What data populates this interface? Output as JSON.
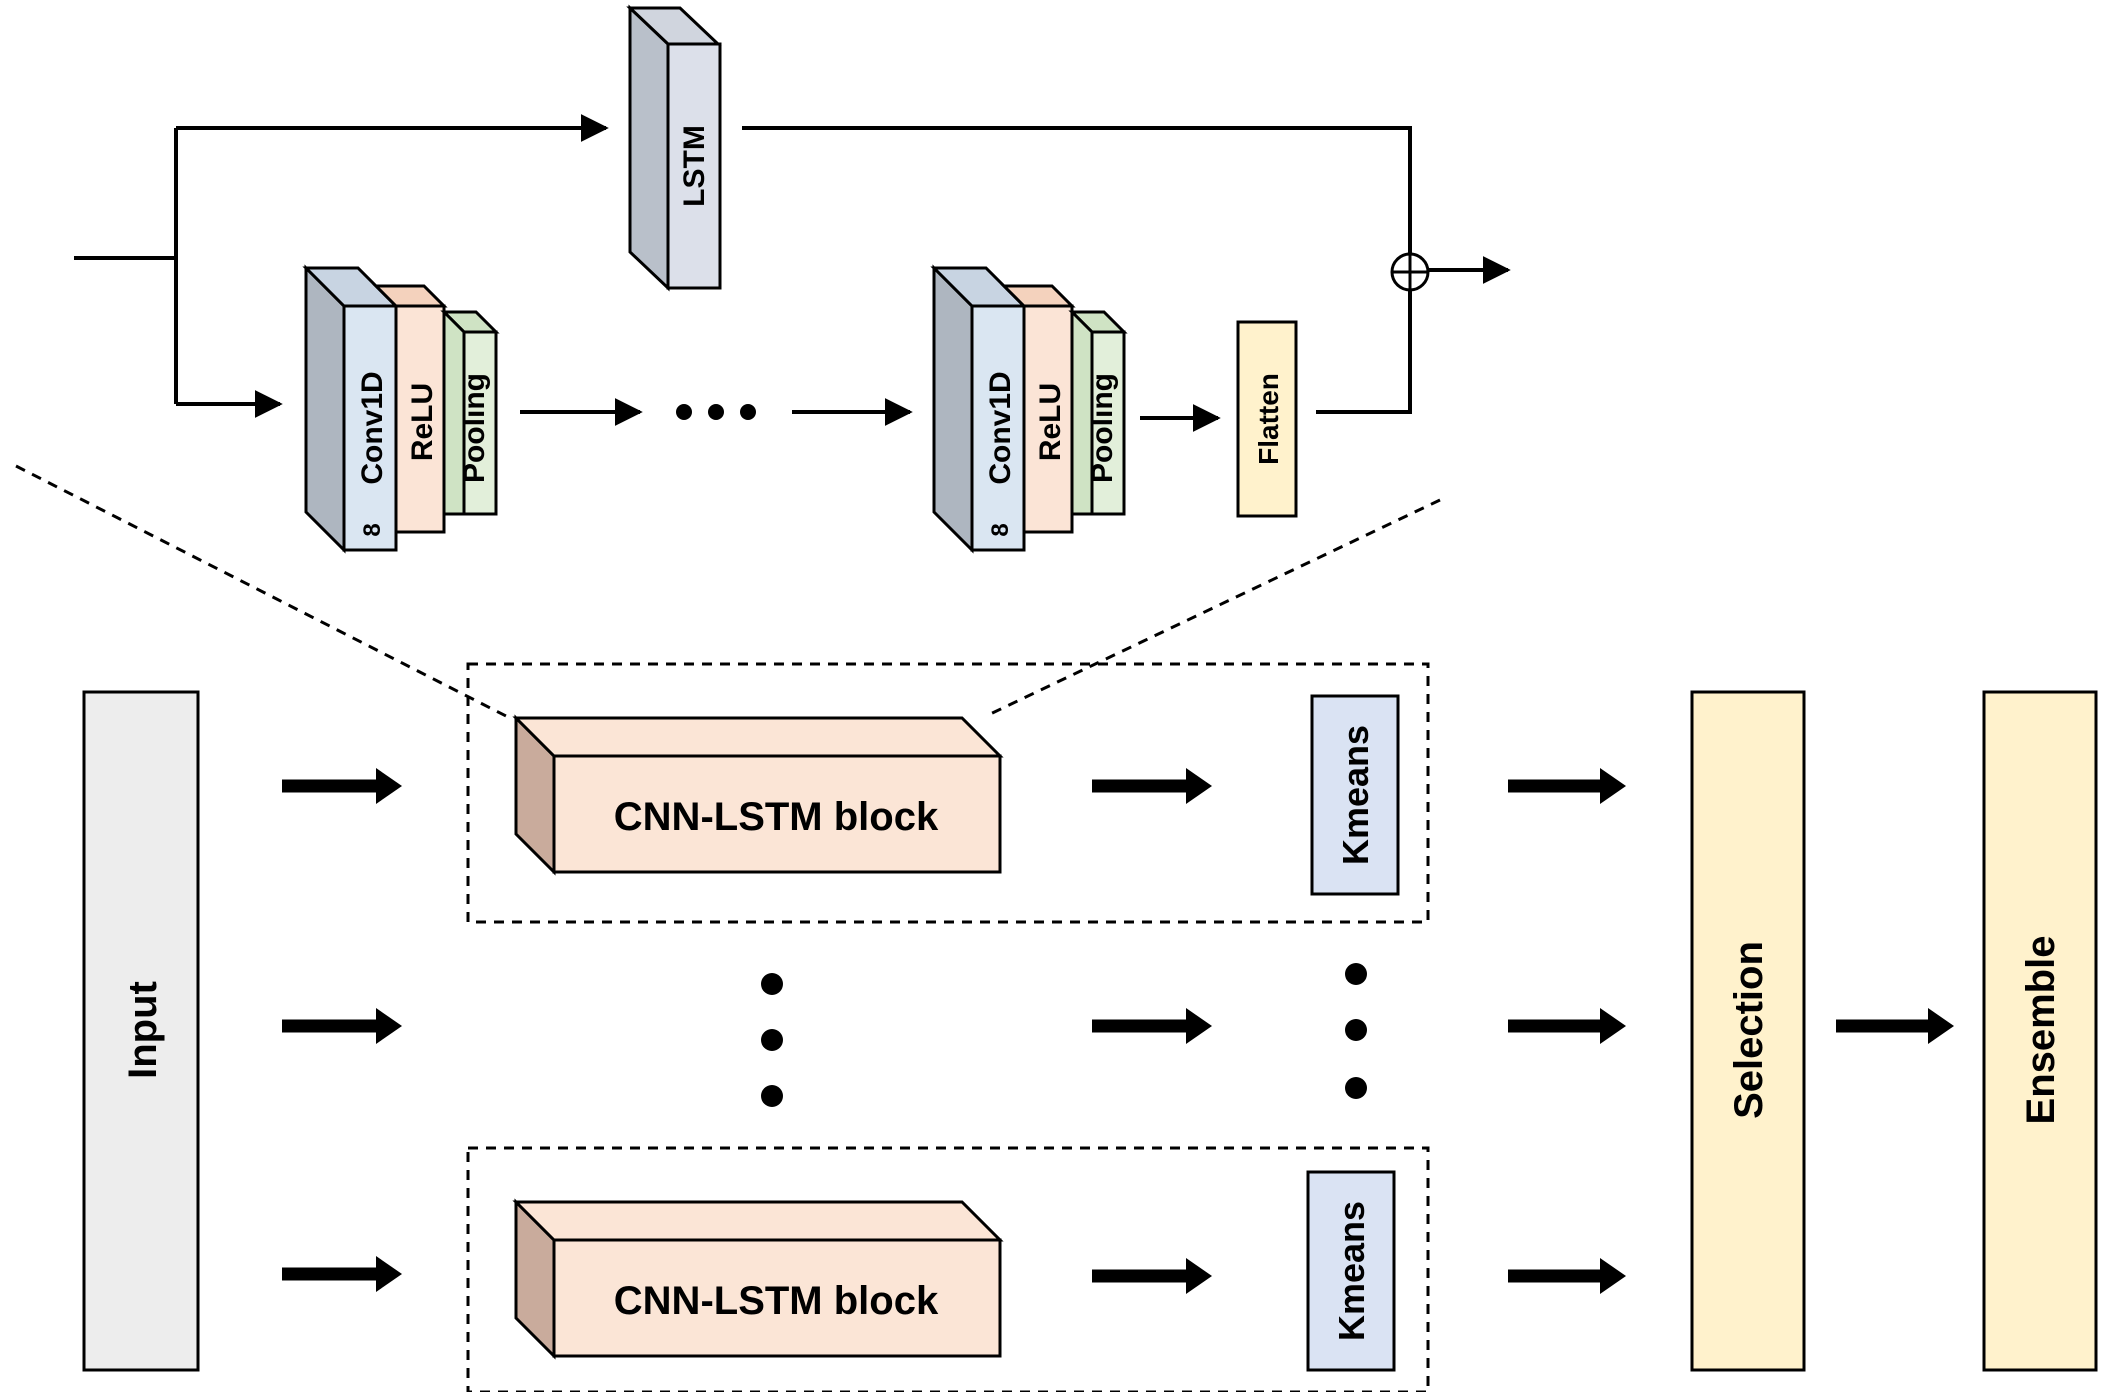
{
  "diagram": {
    "detail": {
      "lstm_label": "LSTM",
      "conv_label": "Conv1D",
      "conv_count": "8",
      "relu_label": "ReLU",
      "pooling_label": "Pooling",
      "flatten_label": "Flatten",
      "sum_symbol": "⊕"
    },
    "pipeline": {
      "input_label": "Input",
      "block_label": "CNN-LSTM block",
      "kmeans_label": "Kmeans",
      "selection_label": "Selection",
      "ensemble_label": "Ensemble"
    },
    "colors": {
      "lstm": "#dce0ea",
      "conv": "#dae6f2",
      "relu": "#fbe4d6",
      "pooling": "#e2efda",
      "flatten": "#fff2cc",
      "block": "#fbe5d6",
      "kmeans": "#dae3f3",
      "selection": "#fff2cc",
      "ensemble": "#fff2cc",
      "input": "#ededed",
      "side_gray": "#aeb6c0"
    }
  }
}
